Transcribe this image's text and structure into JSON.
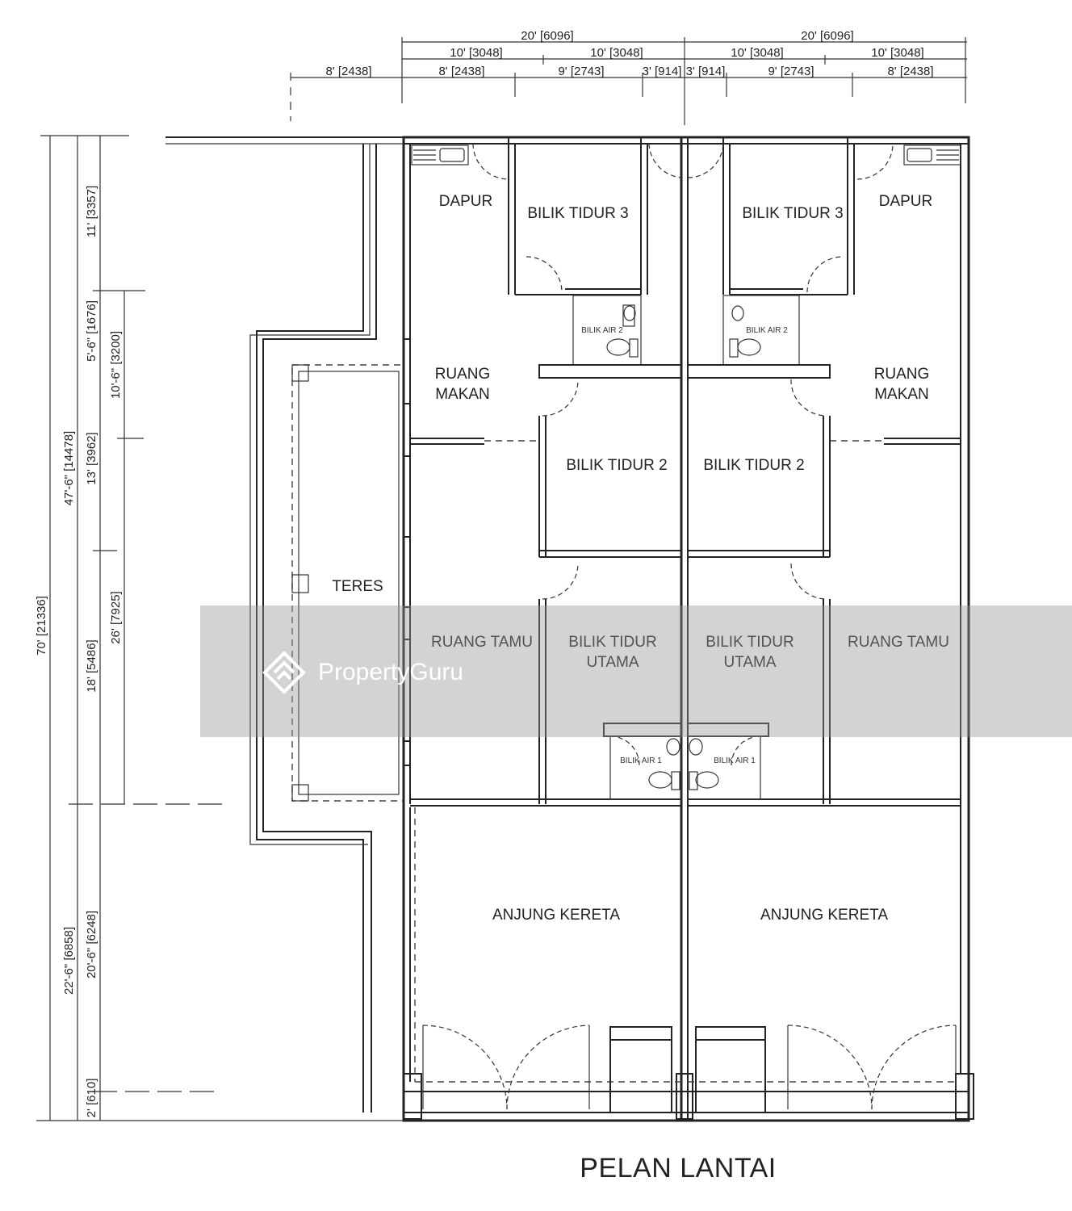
{
  "title": "PELAN LANTAI",
  "watermark": "PropertyGuru",
  "rooms": {
    "dapur_left": "DAPUR",
    "dapur_right": "DAPUR",
    "bilik_tidur_3_left": "BILIK TIDUR 3",
    "bilik_tidur_3_right": "BILIK TIDUR 3",
    "bilik_air_2_left": "BILIK AIR 2",
    "bilik_air_2_right": "BILIK AIR 2",
    "ruang_makan_left_1": "RUANG",
    "ruang_makan_left_2": "MAKAN",
    "ruang_makan_right_1": "RUANG",
    "ruang_makan_right_2": "MAKAN",
    "bilik_tidur_2_left": "BILIK TIDUR 2",
    "bilik_tidur_2_right": "BILIK TIDUR 2",
    "teres": "TERES",
    "ruang_tamu_left": "RUANG TAMU",
    "ruang_tamu_right": "RUANG TAMU",
    "bilik_tidur_utama_left_1": "BILIK TIDUR",
    "bilik_tidur_utama_left_2": "UTAMA",
    "bilik_tidur_utama_right_1": "BILIK TIDUR",
    "bilik_tidur_utama_right_2": "UTAMA",
    "bilik_air_1_left": "BILIK AIR 1",
    "bilik_air_1_right": "BILIK AIR 1",
    "anjung_kereta_left": "ANJUNG KERETA",
    "anjung_kereta_right": "ANJUNG KERETA"
  },
  "dimensions": {
    "top_row1_left": "20' [6096]",
    "top_row1_right": "20' [6096]",
    "top_row2_a": "10' [3048]",
    "top_row2_b": "10' [3048]",
    "top_row2_c": "10' [3048]",
    "top_row2_d": "10' [3048]",
    "top_row3_a": "8' [2438]",
    "top_row3_b": "8' [2438]",
    "top_row3_c": "9' [2743]",
    "top_row3_d": "3' [914]",
    "top_row3_e": "3' [914]",
    "top_row3_f": "9' [2743]",
    "top_row3_g": "8' [2438]",
    "left_total": "70' [21336]",
    "left_mid_a": "47'-6\" [14478]",
    "left_mid_b": "22'-6\" [6858]",
    "left_in_a": "11' [3357]",
    "left_in_b": "5'-6\" [1676]",
    "left_in_c": "13' [3962]",
    "left_in_d": "18' [5486]",
    "left_in_e": "20'-6\" [6248]",
    "left_in_f": "2' [610]",
    "left_far_a": "10'-6\" [3200]",
    "left_far_b": "26' [7925]"
  }
}
